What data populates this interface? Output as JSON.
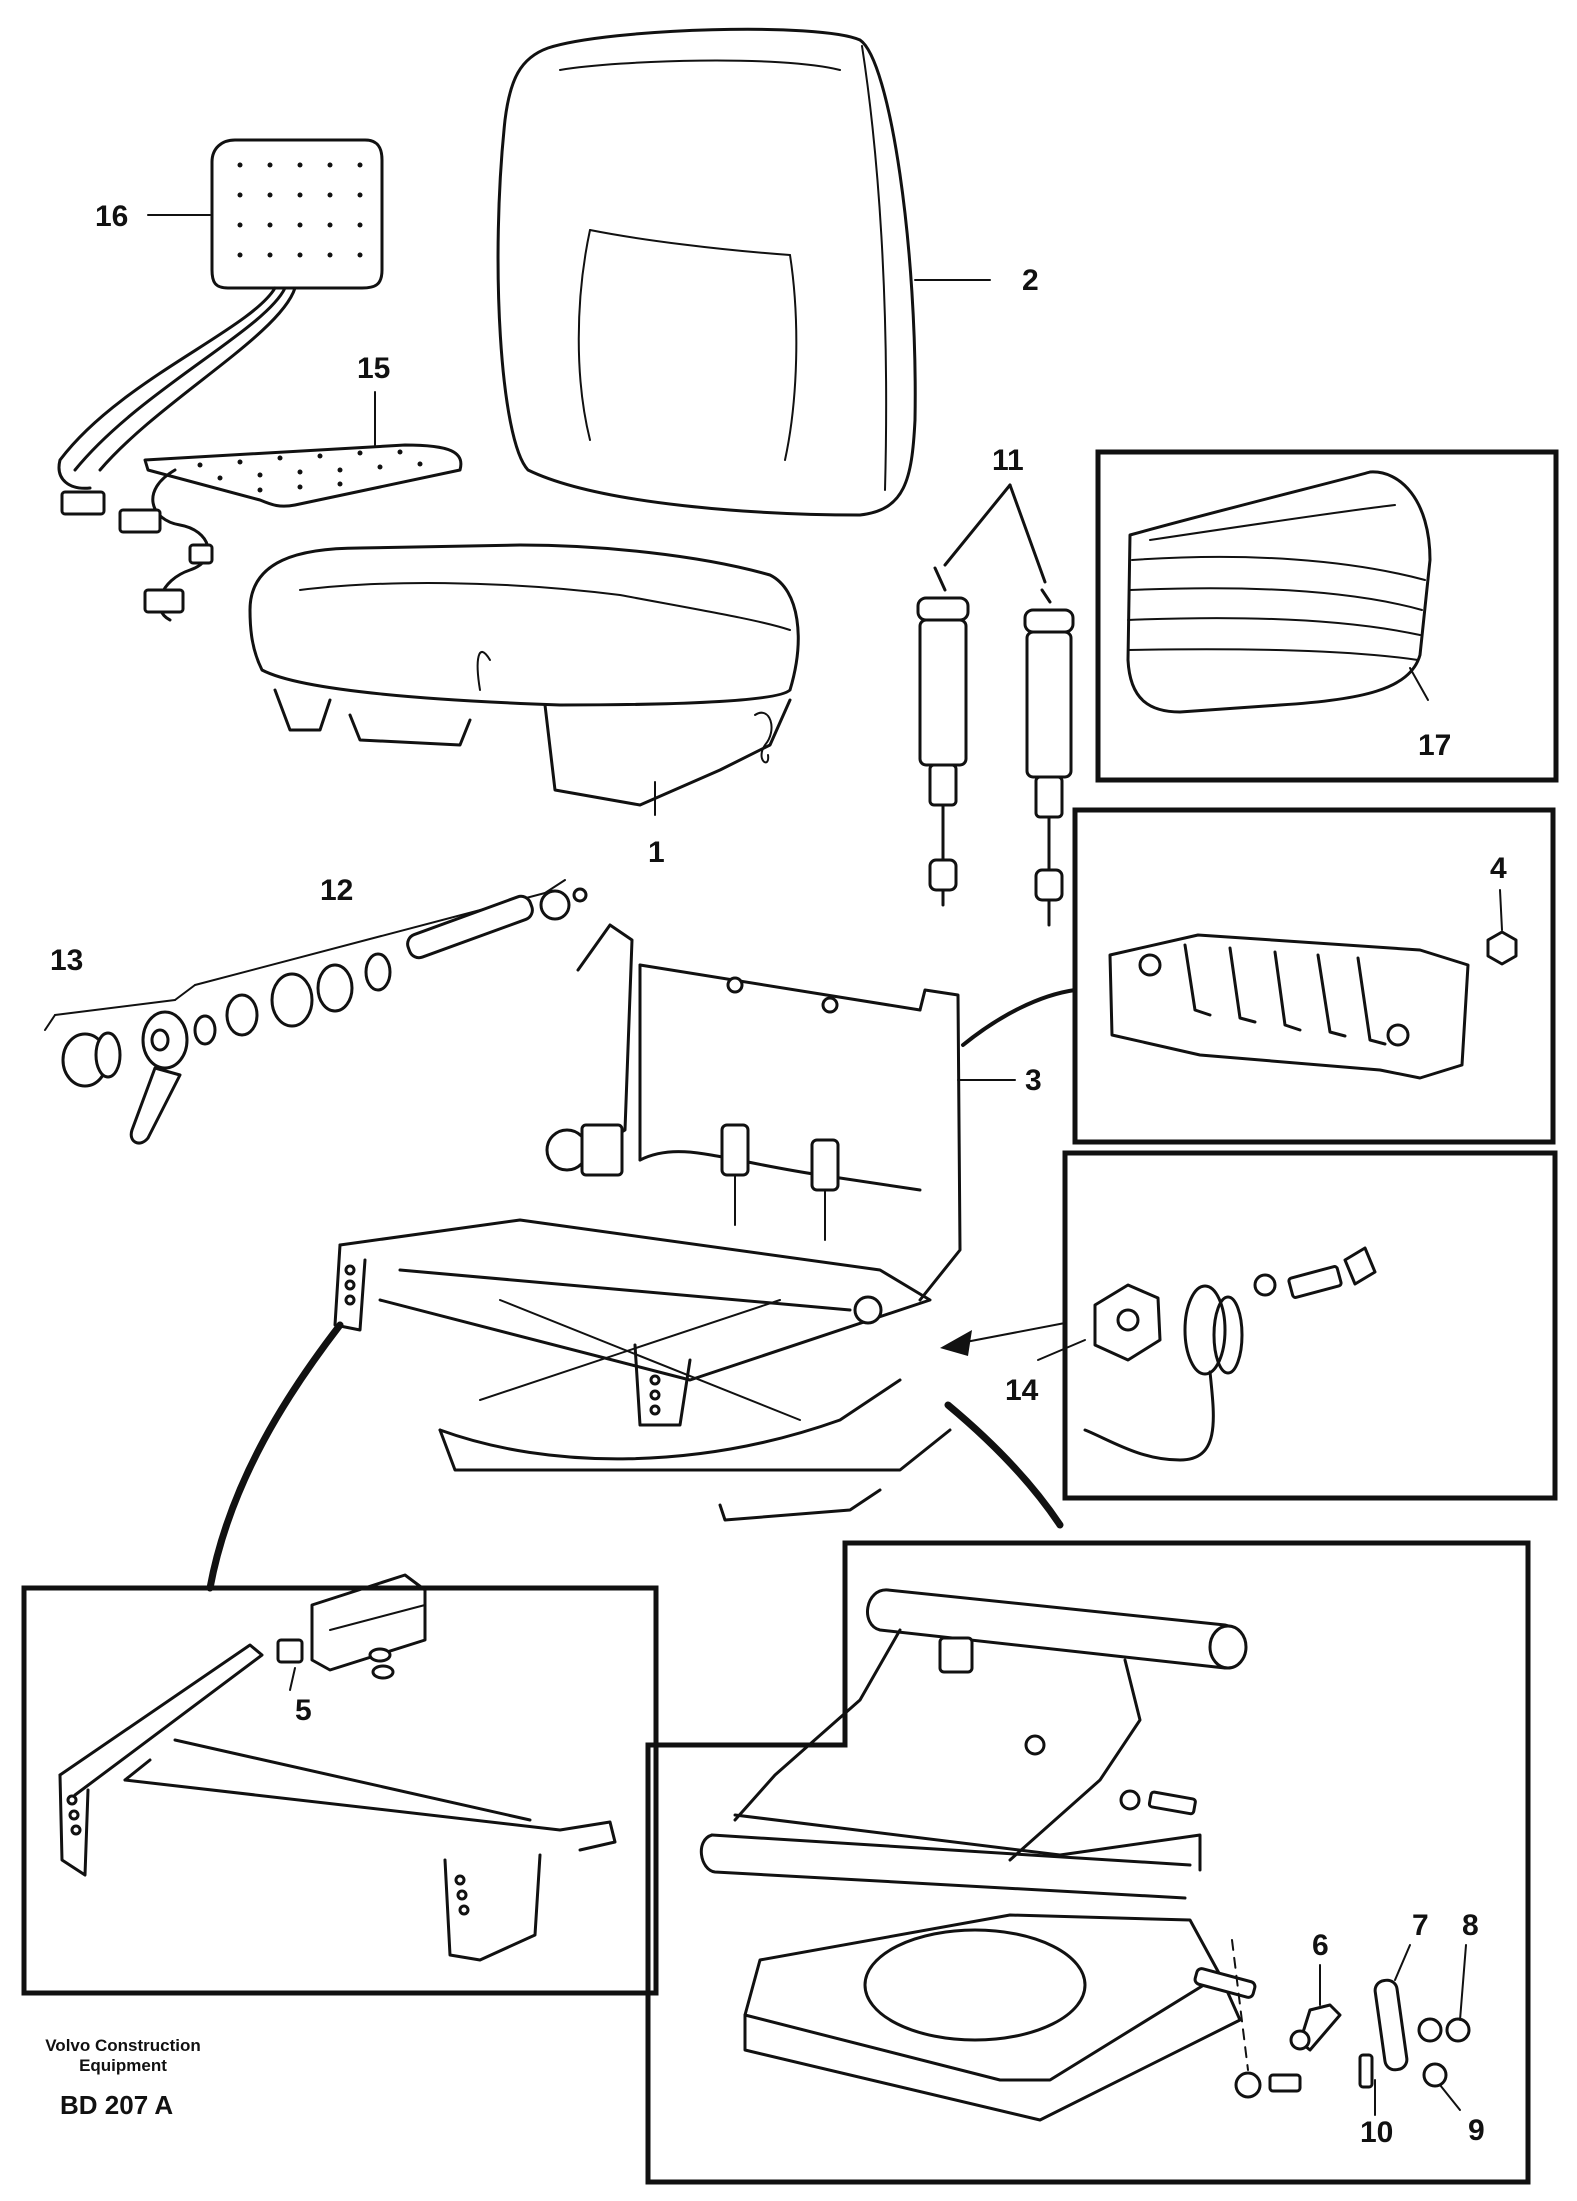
{
  "diagram": {
    "callouts": {
      "c1": "1",
      "c2": "2",
      "c3": "3",
      "c4": "4",
      "c5": "5",
      "c6": "6",
      "c7": "7",
      "c8": "8",
      "c9": "9",
      "c10": "10",
      "c11": "11",
      "c12": "12",
      "c13": "13",
      "c14": "14",
      "c15": "15",
      "c16": "16",
      "c17": "17"
    }
  },
  "footer": {
    "company_line1": "Volvo Construction",
    "company_line2": "Equipment",
    "drawing_code": "BD 207 A"
  }
}
